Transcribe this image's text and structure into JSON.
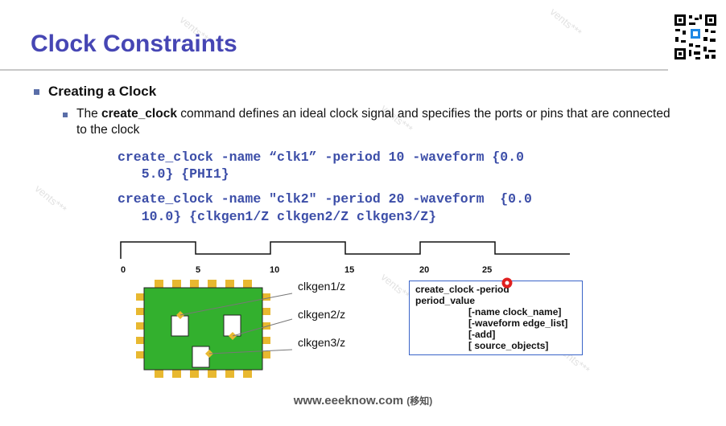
{
  "slide": {
    "title": "Clock Constraints",
    "bullet1": "Creating a Clock",
    "bullet2": {
      "prefix": "The ",
      "bold": "create_clock",
      "rest": " command defines an ideal clock signal and specifies the ports or pins that are connected to the clock"
    },
    "code": [
      "create_clock -name “clk1” -period 10 -waveform {0.0",
      "   5.0} {PHI1}",
      "create_clock -name \"clk2\" -period 20 -waveform  {0.0",
      "   10.0} {clkgen1/Z clkgen2/Z clkgen3/Z}"
    ],
    "timeline_ticks": [
      "0",
      "5",
      "10",
      "15",
      "20",
      "25"
    ],
    "pin_labels": [
      "clkgen1/z",
      "clkgen2/z",
      "clkgen3/z"
    ],
    "syntax_box": [
      "create_clock -period",
      "period_value",
      "[-name clock_name]",
      "[-waveform edge_list]",
      "[-add]",
      "[ source_objects]"
    ],
    "footer": {
      "site": "www.eeeknow.com",
      "note": "(移知)"
    }
  },
  "colors": {
    "title": "#4646b4",
    "code": "#3c4ea8",
    "chip": "#33b02e",
    "pins": "#e8b830",
    "box_border": "#3a64c8",
    "cursor": "#e02020"
  },
  "icons": [
    "qr-code-icon",
    "cursor-marker-icon"
  ]
}
